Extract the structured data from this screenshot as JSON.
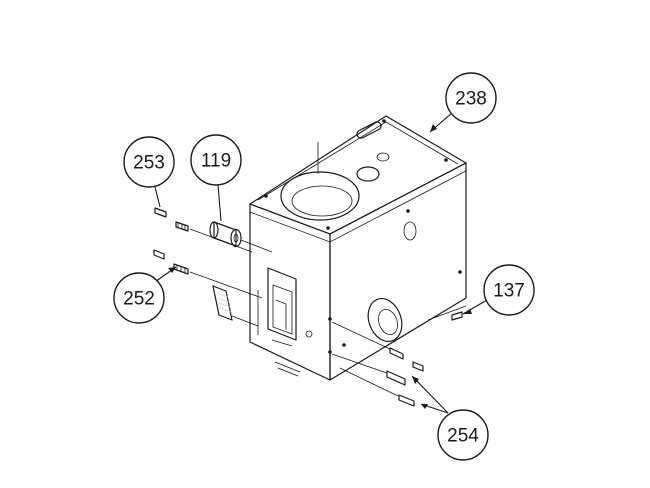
{
  "callouts": {
    "c238": "238",
    "c253": "253",
    "c119": "119",
    "c252": "252",
    "c137": "137",
    "c254": "254"
  },
  "colors": {
    "line": "#1a1a1a",
    "top_face": "#d4d4d4",
    "front_face": "#8c8c8c",
    "side_face": "#c2c2c2"
  }
}
